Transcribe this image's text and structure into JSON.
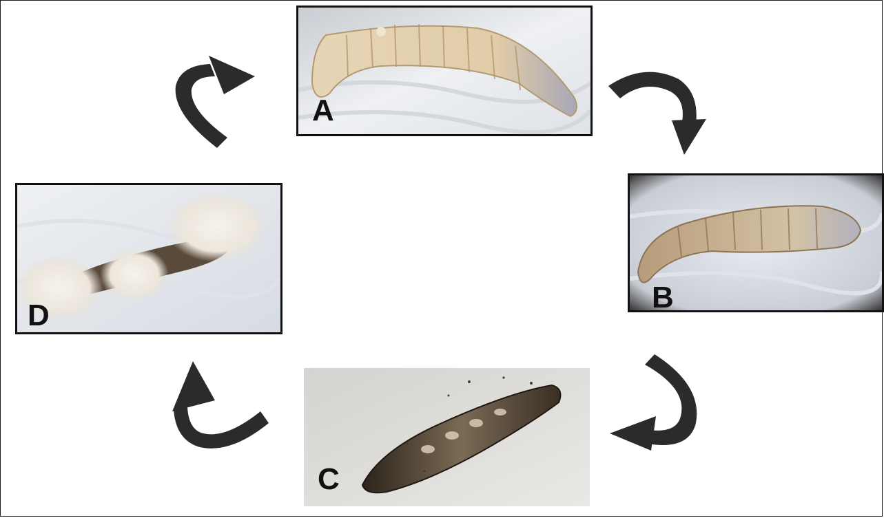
{
  "panels": {
    "a": {
      "label": "A"
    },
    "b": {
      "label": "B"
    },
    "c": {
      "label": "C"
    },
    "d": {
      "label": "D"
    }
  },
  "colors": {
    "arrow": "#2b2b2b",
    "border": "#111111",
    "larva_light": "#d8c6a4",
    "larva_dark": "#3b2f23",
    "fungus": "#f3f0ea",
    "paper": "#e9ebee"
  },
  "icons": [
    "curved-arrow-icon"
  ]
}
